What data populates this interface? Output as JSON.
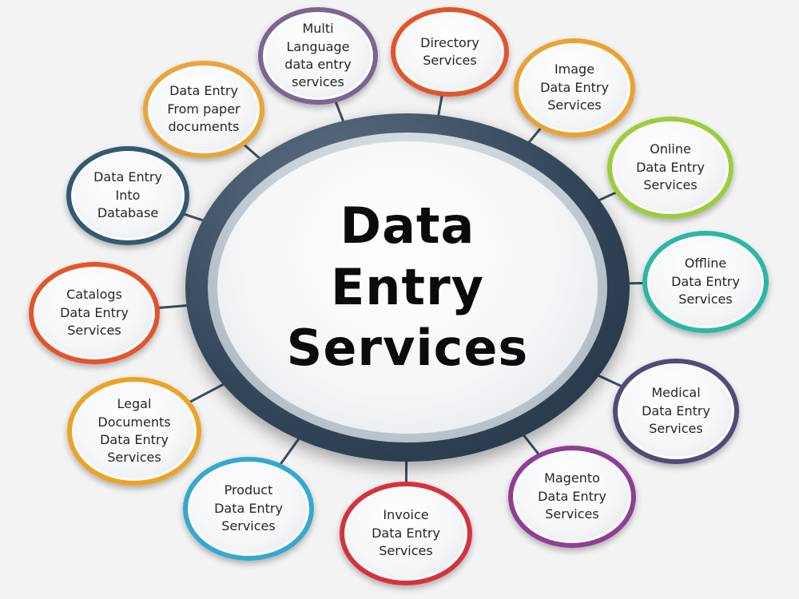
{
  "hub": {
    "lines": [
      "Data",
      "Entry",
      "Services"
    ]
  },
  "nodes": [
    {
      "id": "multi-language",
      "label": "Multi\nLanguage\ndata entry\nservices",
      "color": "#7d6491"
    },
    {
      "id": "directory",
      "label": "Directory\nServices",
      "color": "#e0552a"
    },
    {
      "id": "image",
      "label": "Image\nData Entry\nServices",
      "color": "#eba233"
    },
    {
      "id": "online",
      "label": "Online\nData Entry\nServices",
      "color": "#9ccd3c"
    },
    {
      "id": "offline",
      "label": "Offline\nData Entry\nServices",
      "color": "#2bb7a6"
    },
    {
      "id": "medical",
      "label": "Medical\nData Entry\nServices",
      "color": "#524a78"
    },
    {
      "id": "magento",
      "label": "Magento\nData Entry\nServices",
      "color": "#8e3f95"
    },
    {
      "id": "invoice",
      "label": "Invoice\nData Entry\nServices",
      "color": "#d6323d"
    },
    {
      "id": "product",
      "label": "Product\nData Entry\nServices",
      "color": "#35a8cf"
    },
    {
      "id": "legal",
      "label": "Legal\nDocuments\nData Entry\nServices",
      "color": "#eca326"
    },
    {
      "id": "catalogs",
      "label": "Catalogs\nData Entry\nServices",
      "color": "#e4542a"
    },
    {
      "id": "database",
      "label": "Data Entry\nInto\nDatabase",
      "color": "#34586f"
    },
    {
      "id": "paper",
      "label": "Data Entry\nFrom paper\ndocuments",
      "color": "#eaa43a"
    }
  ]
}
